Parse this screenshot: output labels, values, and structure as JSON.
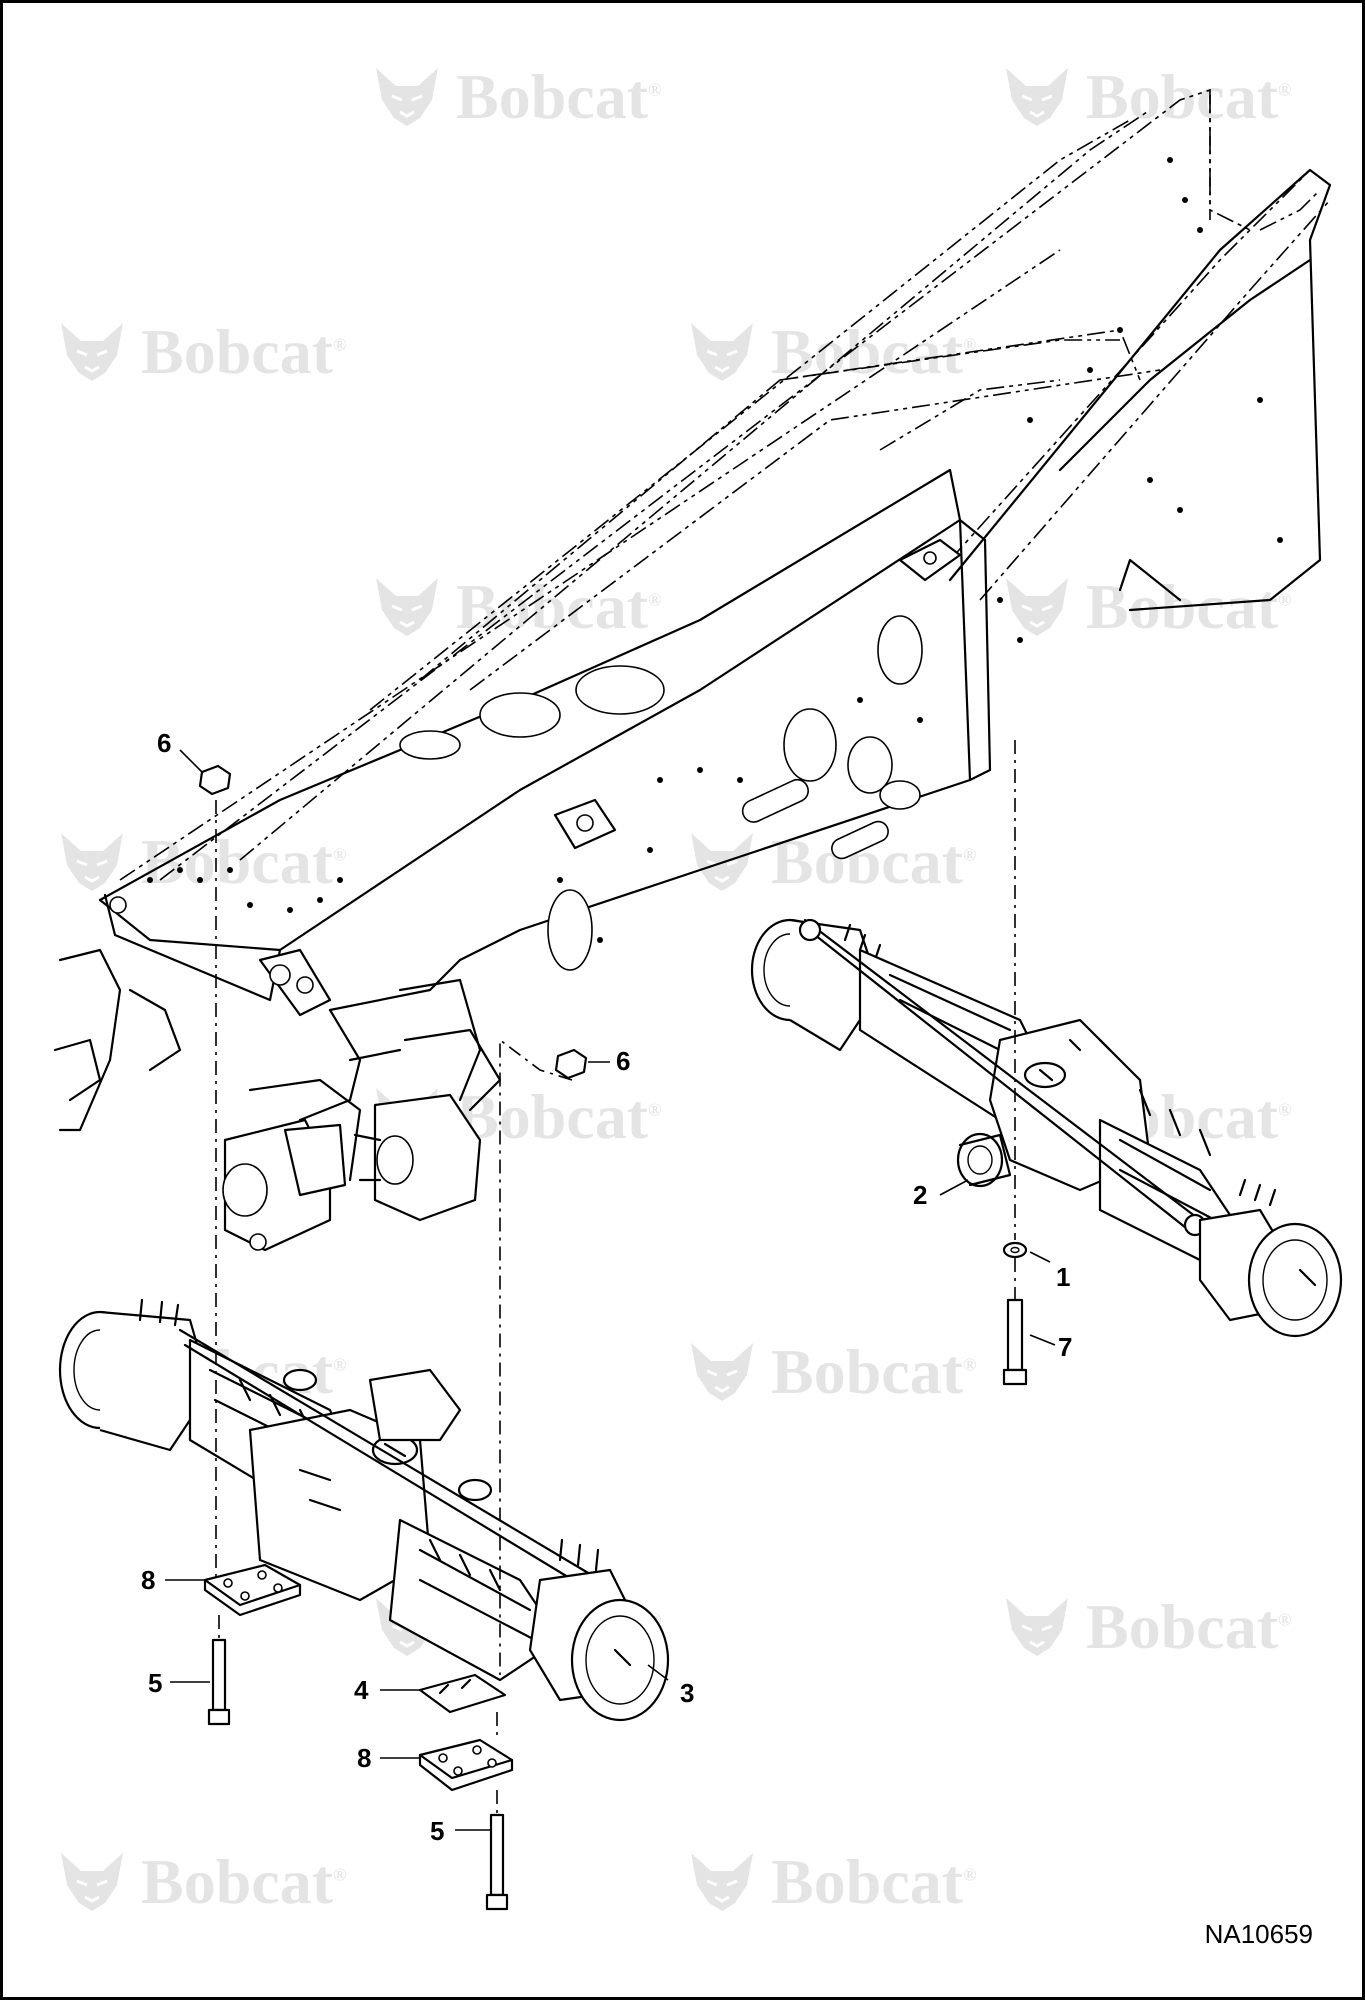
{
  "figure_id": "NA10659",
  "watermark": {
    "brand": "Bobcat",
    "registered": "®"
  },
  "callouts": [
    {
      "id": "c6a",
      "label": "6",
      "part": "nut"
    },
    {
      "id": "c6b",
      "label": "6",
      "part": "nut"
    },
    {
      "id": "c2",
      "label": "2",
      "part": "rear-axle"
    },
    {
      "id": "c1",
      "label": "1",
      "part": "washer"
    },
    {
      "id": "c7",
      "label": "7",
      "part": "bolt"
    },
    {
      "id": "c8a",
      "label": "8",
      "part": "plate"
    },
    {
      "id": "c5a",
      "label": "5",
      "part": "bolt"
    },
    {
      "id": "c4",
      "label": "4",
      "part": "shim"
    },
    {
      "id": "c3",
      "label": "3",
      "part": "front-axle"
    },
    {
      "id": "c8b",
      "label": "8",
      "part": "plate"
    },
    {
      "id": "c5b",
      "label": "5",
      "part": "bolt"
    }
  ]
}
